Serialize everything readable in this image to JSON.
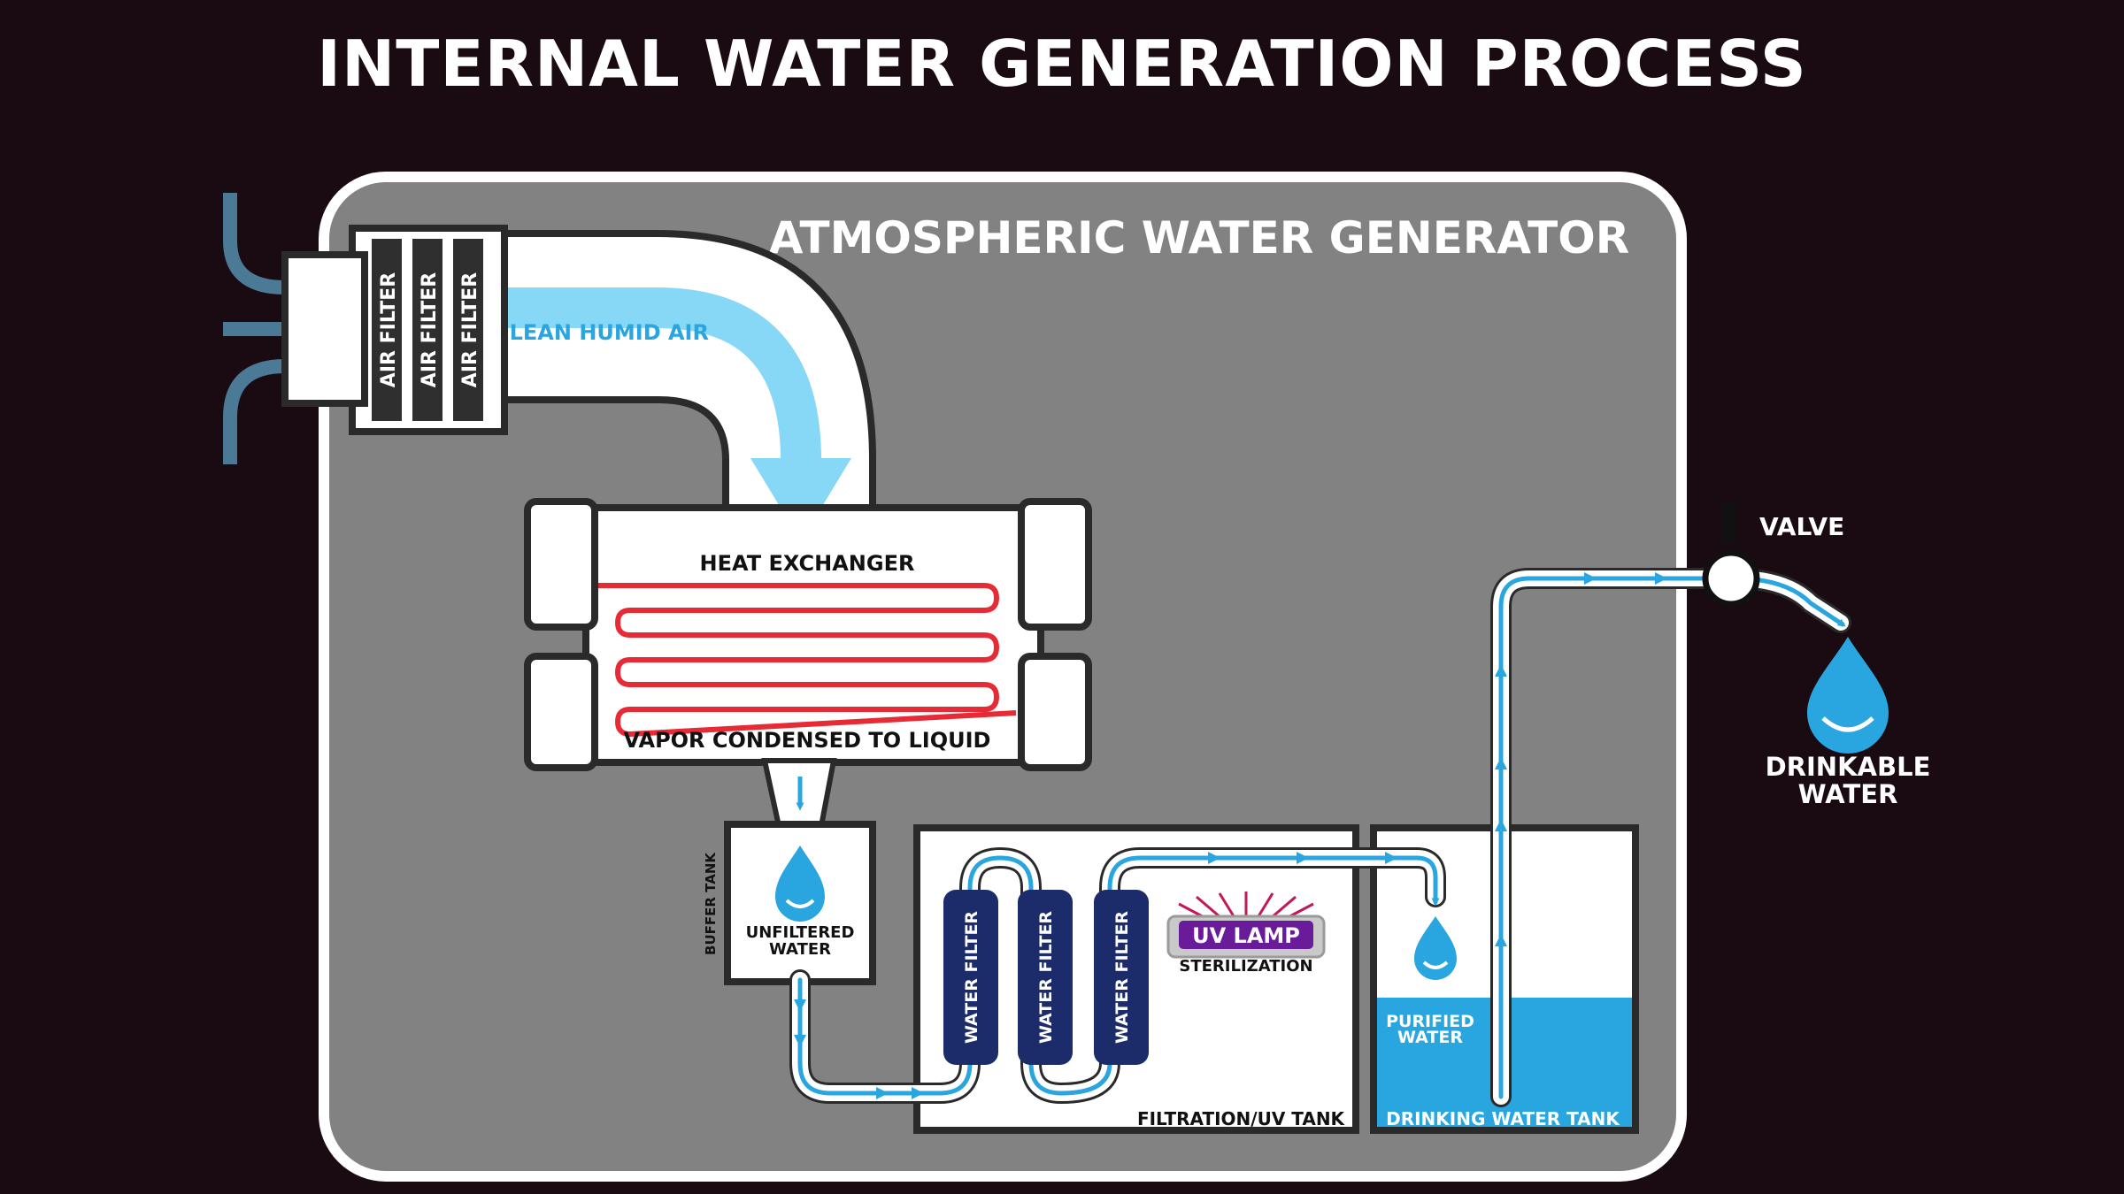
{
  "title": "INTERNAL WATER GENERATION PROCESS",
  "machine_label": "ATMOSPHERIC WATER GENERATOR",
  "air_filters": [
    "AIR FILTER",
    "AIR FILTER",
    "AIR FILTER"
  ],
  "airflow_label": "CLEAN HUMID AIR",
  "heat_exchanger": {
    "title": "HEAT EXCHANGER",
    "caption": "VAPOR CONDENSED TO LIQUID"
  },
  "buffer_tank": {
    "side_label": "BUFFER TANK",
    "water_line1": "UNFILTERED",
    "water_line2": "WATER"
  },
  "filtration": {
    "filters": [
      "WATER FILTER",
      "WATER FILTER",
      "WATER FILTER"
    ],
    "uv_lamp": "UV LAMP",
    "sterilization": "STERILIZATION",
    "tank_label": "FILTRATION/UV TANK"
  },
  "drinking_tank": {
    "water_line1": "PURIFIED",
    "water_line2": "WATER",
    "tank_label": "DRINKING WATER TANK"
  },
  "valve_label": "VALVE",
  "output": {
    "line1": "DRINKABLE",
    "line2": "WATER"
  },
  "colors": {
    "background": "#1a0a12",
    "panel": "#828282",
    "air_blue": "#87d7f7",
    "water_blue": "#29a6df",
    "coil_red": "#e62a36",
    "filter_navy": "#1c2c6b",
    "uv_purple": "#6a1b9a",
    "intake_arrow": "#4a7a96"
  }
}
